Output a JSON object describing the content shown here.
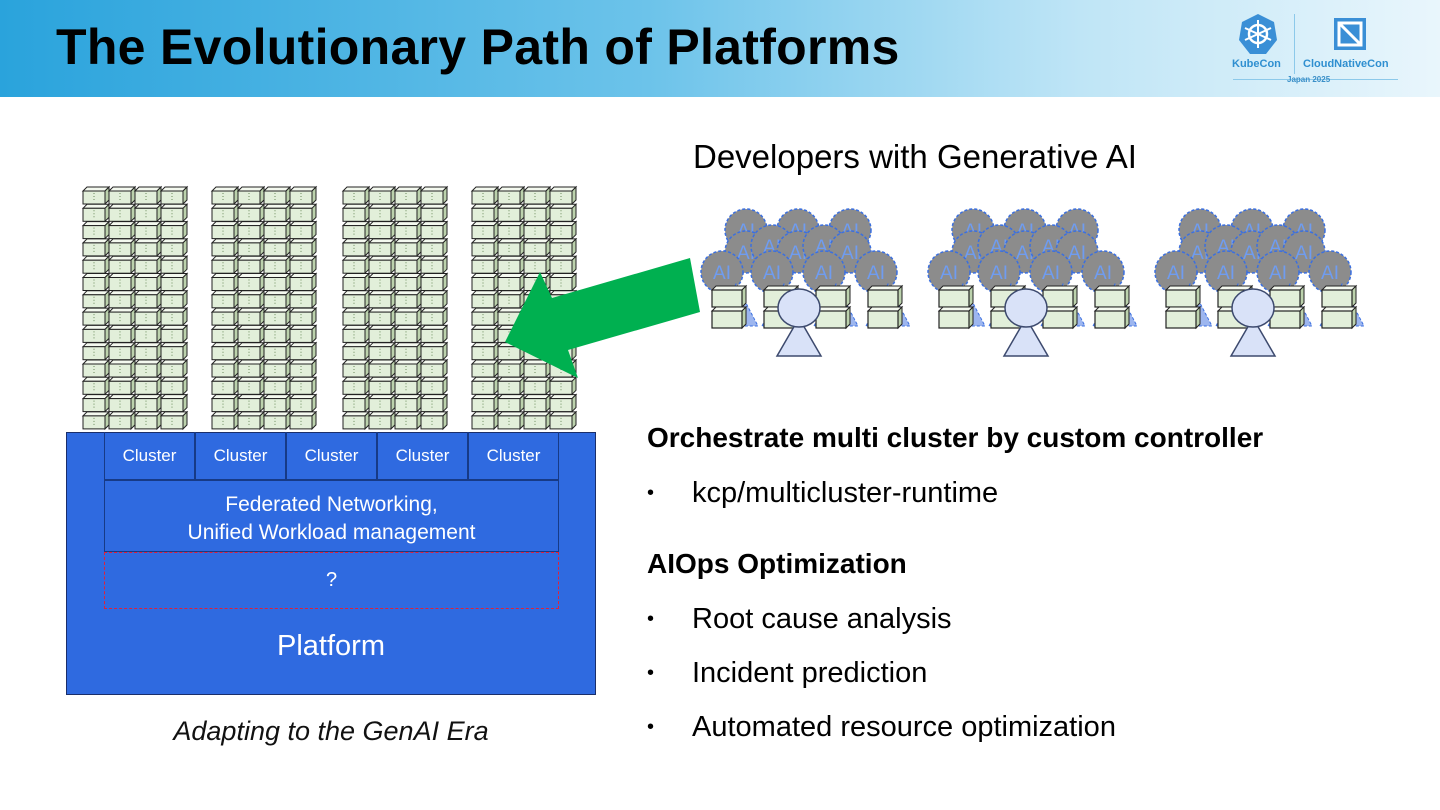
{
  "header": {
    "title": "The Evolutionary Path of Platforms",
    "logo": {
      "left_text": "KubeCon",
      "right_text": "CloudNativeCon",
      "sub_text": "Japan 2025"
    }
  },
  "left": {
    "clusters": [
      "Cluster",
      "Cluster",
      "Cluster",
      "Cluster",
      "Cluster"
    ],
    "federated_line1": "Federated Networking,",
    "federated_line2": "Unified Workload management",
    "unknown_layer": "?",
    "platform_label": "Platform",
    "caption": "Adapting to the GenAI Era"
  },
  "right": {
    "dev_title": "Developers with Generative AI",
    "ai_label": "AI",
    "section1": {
      "heading": "Orchestrate multi cluster by custom controller",
      "bullets": [
        "kcp/multicluster-runtime"
      ]
    },
    "section2": {
      "heading": "AIOps Optimization",
      "bullets": [
        "Root cause analysis",
        "Incident prediction",
        "Automated resource optimization"
      ]
    },
    "bullet_glyph": "•"
  },
  "colors": {
    "platform_blue": "#2f6ae0",
    "arrow_green": "#00b050",
    "cell_fill": "#e2efda",
    "ai_circle": "#8c8c8c",
    "dashed_red": "#e0203a"
  }
}
